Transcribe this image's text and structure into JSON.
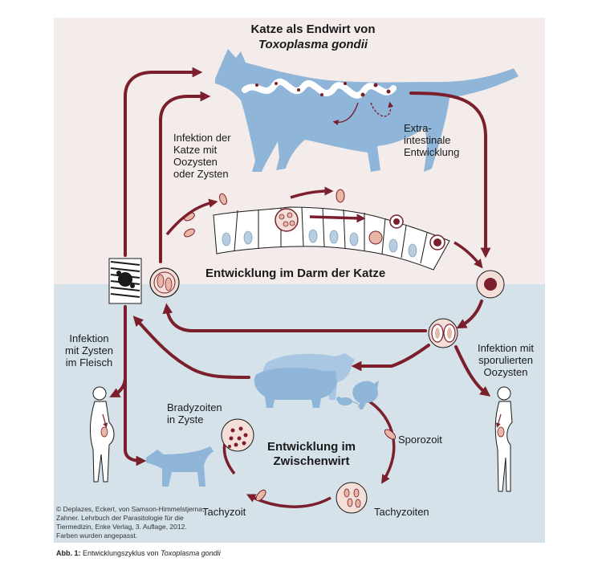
{
  "title": {
    "line1": "Katze als Endwirt von",
    "line2": "Toxoplasma gondii"
  },
  "labels": {
    "extraintestinal_1": "Extra-",
    "extraintestinal_2": "intestinale",
    "extraintestinal_3": "Entwicklung",
    "cat_infection_1": "Infektion der",
    "cat_infection_2": "Katze mit",
    "cat_infection_3": "Oozysten",
    "cat_infection_4": "oder Zysten",
    "gut_development": "Entwicklung im Darm der Katze",
    "meat_infection_1": "Infektion",
    "meat_infection_2": "mit Zysten",
    "meat_infection_3": "im Fleisch",
    "sporulated_1": "Infektion mit",
    "sporulated_2": "sporulierten",
    "sporulated_3": "Oozysten",
    "bradyzoites_1": "Bradyzoiten",
    "bradyzoites_2": "in Zyste",
    "sporozoite": "Sporozoit",
    "intermediate_1": "Entwicklung im",
    "intermediate_2": "Zwischenwirt",
    "tachyzoite": "Tachyzoit",
    "tachyzoites": "Tachyzoiten"
  },
  "credit": "© Deplazes, Eckert, von Samson-Himmelstjerna, Zahner. Lehrbuch der Parasitologie für die Tiermedizin, Enke Verlag, 3. Auflage, 2012. Farben wurden angepasst.",
  "caption": {
    "prefix": "Abb. 1:",
    "text": "Entwicklungszyklus von",
    "species": "Toxoplasma gondii"
  },
  "colors": {
    "upper_background": "#f4ecea",
    "lower_background": "#d5e2ea",
    "arrow": "#7a1f2b",
    "animal": "#8fb5d8",
    "animal_light": "#a9c6e2",
    "cell_fill": "#ffffff",
    "nucleus": "#b7cde2",
    "parasite": "#e9b7a6"
  }
}
